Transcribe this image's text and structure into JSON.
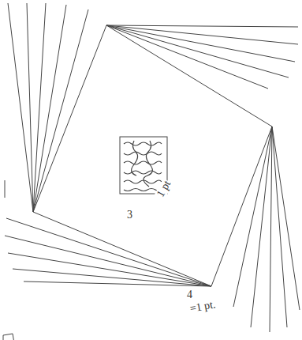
{
  "diagram": {
    "labels": [
      "3",
      "1 pt",
      "4",
      "=1 pt."
    ]
  }
}
